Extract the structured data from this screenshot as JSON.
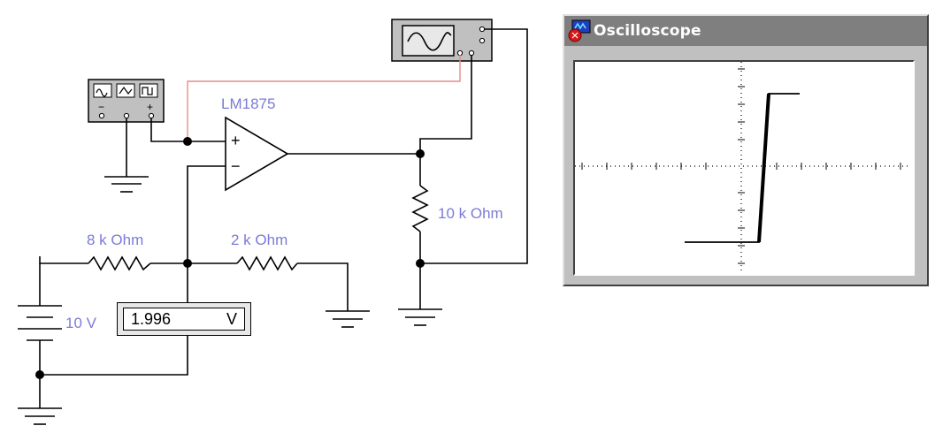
{
  "labels": {
    "opamp": "LM1875",
    "r_output": "10 k Ohm",
    "r_left": "8 k Ohm",
    "r_right": "2 k Ohm",
    "battery": "10 V"
  },
  "opamp_pins": {
    "plus": "+",
    "minus": "−"
  },
  "function_generator": {
    "terminal_minus": "−",
    "terminal_plus": "+"
  },
  "voltmeter": {
    "value": "1.996",
    "unit": "V"
  },
  "oscilloscope_window": {
    "title": "Oscilloscope"
  },
  "colors": {
    "label": "#7b7bd6",
    "probe_wire": "#e88a8a",
    "title_bar": "#7f7f7f",
    "window": "#c0c0c0"
  }
}
